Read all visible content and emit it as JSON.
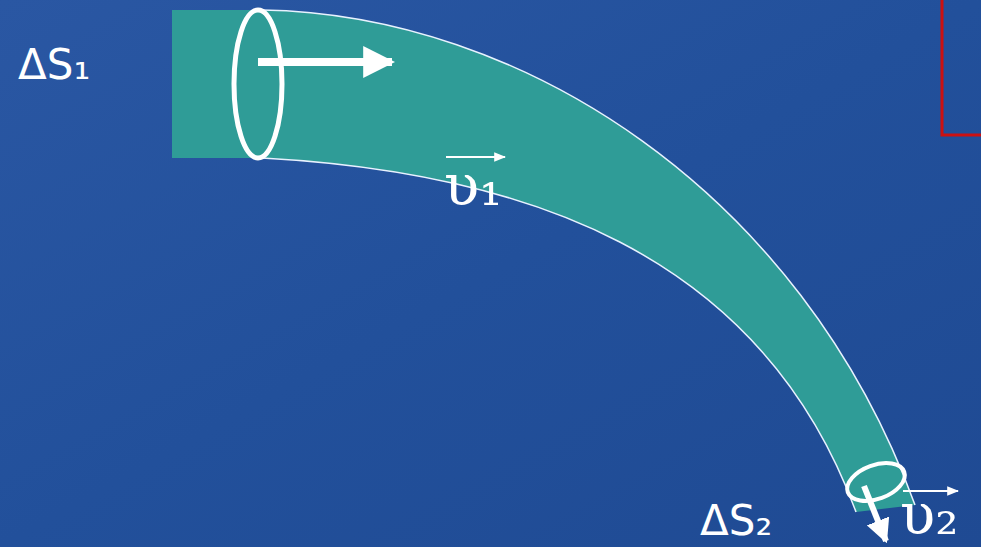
{
  "diagram": {
    "labels": [
      "ΔS₁",
      "υ₁",
      "ΔS₂",
      "υ₂"
    ]
  }
}
